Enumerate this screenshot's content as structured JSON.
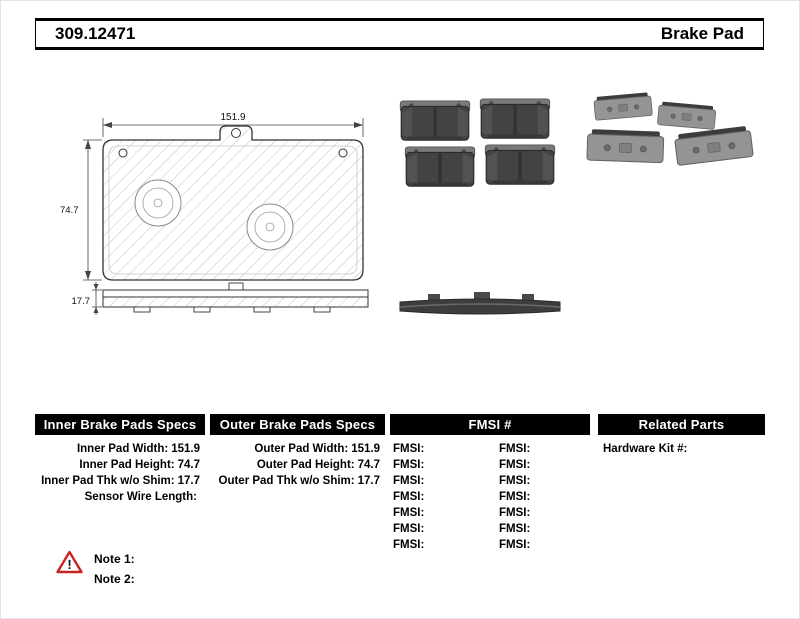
{
  "header": {
    "part_number": "309.12471",
    "product_title": "Brake Pad"
  },
  "drawing": {
    "width_dim": "151.9",
    "height_dim": "74.7",
    "thickness_dim": "17.7"
  },
  "specs": {
    "inner": {
      "header": "Inner Brake Pads Specs",
      "rows": [
        {
          "label": "Inner Pad Width:",
          "value": "151.9"
        },
        {
          "label": "Inner Pad Height:",
          "value": "74.7"
        },
        {
          "label": "Inner Pad Thk w/o Shim:",
          "value": "17.7"
        },
        {
          "label": "Sensor Wire Length:",
          "value": ""
        }
      ]
    },
    "outer": {
      "header": "Outer Brake Pads Specs",
      "rows": [
        {
          "label": "Outer Pad Width:",
          "value": "151.9"
        },
        {
          "label": "Outer Pad Height:",
          "value": "74.7"
        },
        {
          "label": "Outer Pad Thk w/o Shim:",
          "value": "17.7"
        }
      ]
    },
    "fmsi": {
      "header": "FMSI #",
      "rows": [
        {
          "left": "FMSI:",
          "right": "FMSI:"
        },
        {
          "left": "FMSI:",
          "right": "FMSI:"
        },
        {
          "left": "FMSI:",
          "right": "FMSI:"
        },
        {
          "left": "FMSI:",
          "right": "FMSI:"
        },
        {
          "left": "FMSI:",
          "right": "FMSI:"
        },
        {
          "left": "FMSI:",
          "right": "FMSI:"
        },
        {
          "left": "FMSI:",
          "right": "FMSI:"
        }
      ]
    },
    "related": {
      "header": "Related Parts",
      "rows": [
        {
          "label": "Hardware Kit #:",
          "value": ""
        }
      ]
    }
  },
  "notes": {
    "warning_icon": "warning-triangle-icon",
    "items": [
      {
        "label": "Note 1:"
      },
      {
        "label": "Note 2:"
      }
    ]
  },
  "colors": {
    "bar_bg": "#000000",
    "bar_text": "#ffffff",
    "warning_red": "#cc2222"
  }
}
